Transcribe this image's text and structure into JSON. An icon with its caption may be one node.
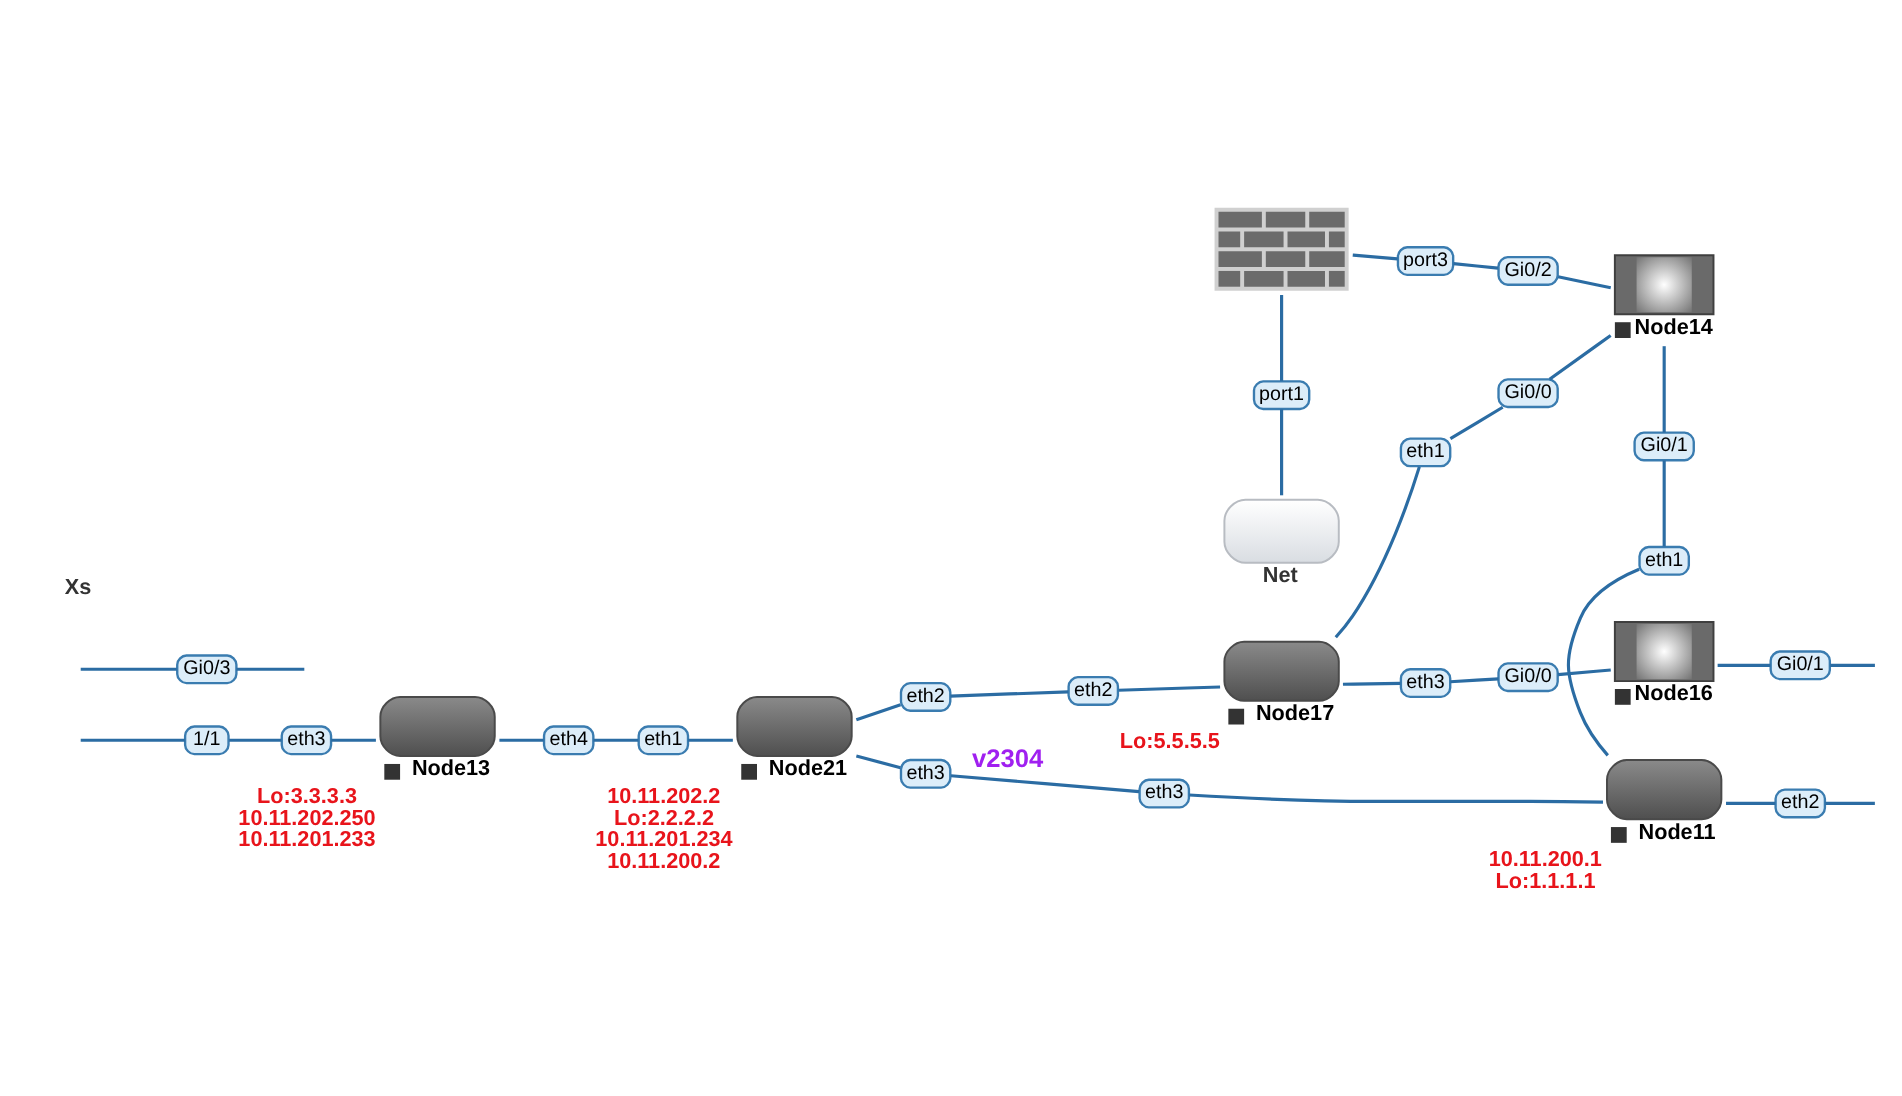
{
  "diagram": {
    "nodes": [
      {
        "text": [
          "Node13"
        ],
        "beside": [
          "Lo:3.3.3.3",
          "10.11.202.250",
          "10.11.201.233"
        ]
      },
      {
        "text": [
          "Node21"
        ],
        "beside": [
          "10.11.202.2",
          "Lo:2.2.2.2",
          "10.11.201.234",
          "10.11.200.2"
        ]
      },
      {
        "text": [
          "Node17"
        ],
        "beside": [
          "Lo:5.5.5.5"
        ]
      },
      {
        "text": [
          "Node16"
        ]
      },
      {
        "text": [
          "Node14"
        ]
      },
      {
        "text": [],
        "shape": "picture"
      },
      {
        "text": [
          "Net"
        ]
      },
      {
        "text": [
          "Node11"
        ],
        "beside": [
          "10.11.200.1",
          "Lo:1.1.1.1"
        ]
      },
      {
        "text": [
          "1/1"
        ]
      },
      {
        "text": [
          "eth3"
        ]
      },
      {
        "text": [
          "eth4"
        ]
      },
      {
        "text": [
          "eth1"
        ]
      },
      {
        "text": [
          "eth2"
        ]
      },
      {
        "text": [
          "eth2"
        ]
      },
      {
        "text": [
          "eth3"
        ]
      },
      {
        "text": [
          "eth3"
        ]
      },
      {
        "text": [
          "eth3"
        ]
      },
      {
        "text": [
          "Gi0/0"
        ]
      },
      {
        "text": [
          "eth1"
        ]
      },
      {
        "text": [
          "Gi0/0"
        ]
      },
      {
        "text": [
          "Gi0/1"
        ]
      },
      {
        "text": [
          "port3"
        ]
      },
      {
        "text": [
          "Gi0/2"
        ]
      },
      {
        "text": [
          "port1"
        ]
      },
      {
        "text": [
          "Gi0/1"
        ]
      },
      {
        "text": [
          "eth1"
        ]
      },
      {
        "text": [
          "eth2"
        ]
      },
      {
        "text": [
          "Gi0/3"
        ]
      }
    ],
    "edges": [
      {
        "from": null,
        "to": 8,
        "arrow": "none"
      },
      {
        "from": 8,
        "to": 9,
        "arrow": "none"
      },
      {
        "from": 9,
        "to": 0,
        "arrow": "none"
      },
      {
        "from": 0,
        "to": 10,
        "arrow": "none"
      },
      {
        "from": 10,
        "to": 11,
        "arrow": "none"
      },
      {
        "from": 11,
        "to": 1,
        "arrow": "none"
      },
      {
        "from": 1,
        "to": 12,
        "arrow": "none"
      },
      {
        "from": 12,
        "to": 13,
        "arrow": "none"
      },
      {
        "from": 13,
        "to": 2,
        "arrow": "none"
      },
      {
        "from": 1,
        "to": 14,
        "arrow": "none"
      },
      {
        "from": 14,
        "to": 15,
        "arrow": "none",
        "label": "v2304"
      },
      {
        "from": 15,
        "to": 7,
        "arrow": "none"
      },
      {
        "from": 2,
        "to": 16,
        "arrow": "none"
      },
      {
        "from": 16,
        "to": 17,
        "arrow": "none"
      },
      {
        "from": 17,
        "to": 3,
        "arrow": "none"
      },
      {
        "from": 2,
        "to": 18,
        "arrow": "none"
      },
      {
        "from": 18,
        "to": 19,
        "arrow": "none"
      },
      {
        "from": 19,
        "to": 4,
        "arrow": "none"
      },
      {
        "from": 3,
        "to": 20,
        "arrow": "none"
      },
      {
        "from": 20,
        "to": null,
        "arrow": "none"
      },
      {
        "from": 5,
        "to": 21,
        "arrow": "none"
      },
      {
        "from": 21,
        "to": 22,
        "arrow": "none"
      },
      {
        "from": 22,
        "to": 4,
        "arrow": "none"
      },
      {
        "from": 5,
        "to": 23,
        "arrow": "none"
      },
      {
        "from": 23,
        "to": 6,
        "arrow": "none"
      },
      {
        "from": 4,
        "to": 24,
        "arrow": "none"
      },
      {
        "from": 24,
        "to": 25,
        "arrow": "none"
      },
      {
        "from": 25,
        "to": 7,
        "arrow": "none"
      },
      {
        "from": 7,
        "to": 26,
        "arrow": "none"
      },
      {
        "from": 26,
        "to": null,
        "arrow": "none"
      },
      {
        "from": null,
        "to": 27,
        "arrow": "none"
      },
      {
        "from": 27,
        "to": null,
        "arrow": "none"
      }
    ],
    "labels": [
      "Xs"
    ]
  }
}
